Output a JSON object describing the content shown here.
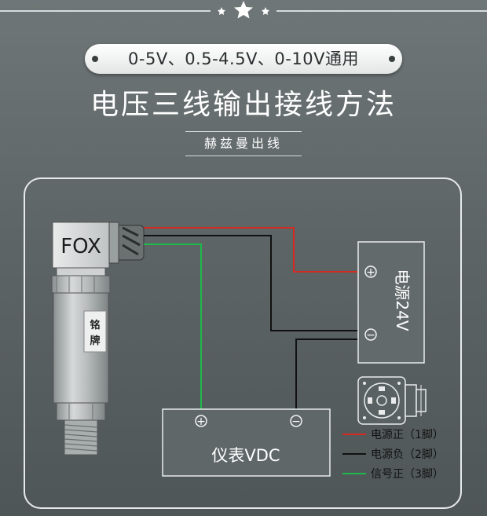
{
  "header": {
    "voltage_ranges": "0-5V、0.5-4.5V、0-10V通用",
    "title": "电压三线输出接线方法",
    "subtitle": "赫兹曼出线"
  },
  "sensor": {
    "brand": "FOX",
    "nameplate_line1": "铭",
    "nameplate_line2": "牌"
  },
  "power_supply": {
    "label": "电源24V",
    "plus_symbol": "+",
    "minus_symbol": "−"
  },
  "meter": {
    "label": "仪表VDC",
    "plus_symbol": "+",
    "minus_symbol": "−"
  },
  "legend": [
    {
      "label": "电源正（1脚）",
      "color": "#d42a22"
    },
    {
      "label": "电源负（2脚）",
      "color": "#111111"
    },
    {
      "label": "信号正（3脚）",
      "color": "#1fb84a"
    }
  ],
  "colors": {
    "wire_positive": "#d42a22",
    "wire_negative": "#111111",
    "wire_signal": "#1fb84a"
  },
  "icons": {
    "top_decoration": "star-icon",
    "connector": "hirschmann-connector-icon"
  }
}
